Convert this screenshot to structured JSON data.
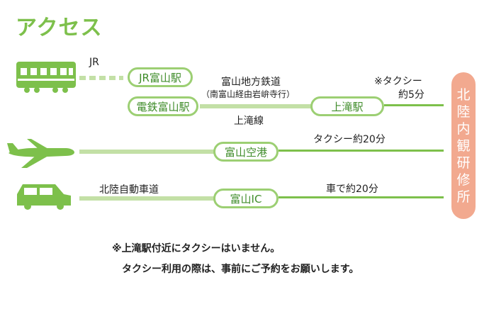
{
  "title": "アクセス",
  "colors": {
    "green": "#7dc04b",
    "green_light": "#c3e0a6",
    "dest_bg": "#f2a98f",
    "pill_text": "#3f8c2a"
  },
  "icons": {
    "train": "train-icon",
    "plane": "plane-icon",
    "car": "car-icon"
  },
  "rail": {
    "jr_label": "JR",
    "station_jr": "JR富山駅",
    "station_dentetsu": "電鉄富山駅",
    "line_name": "富山地方鉄道",
    "line_note": "（南富山経由岩峅寺行）",
    "line_sub": "上滝線",
    "station_kamidaki": "上滝駅",
    "taxi_note_line1": "※タクシー",
    "taxi_note_line2": "約5分"
  },
  "air": {
    "airport": "富山空港",
    "taxi": "タクシー約20分"
  },
  "road": {
    "expressway": "北陸自動車道",
    "ic": "富山IC",
    "car": "車で約20分"
  },
  "destination": [
    "北",
    "陸",
    "内",
    "観",
    "研",
    "修",
    "所"
  ],
  "notes": {
    "line1": "※上滝駅付近にタクシーはいません。",
    "line2": "タクシー利用の際は、事前にご予約をお願いします。"
  }
}
